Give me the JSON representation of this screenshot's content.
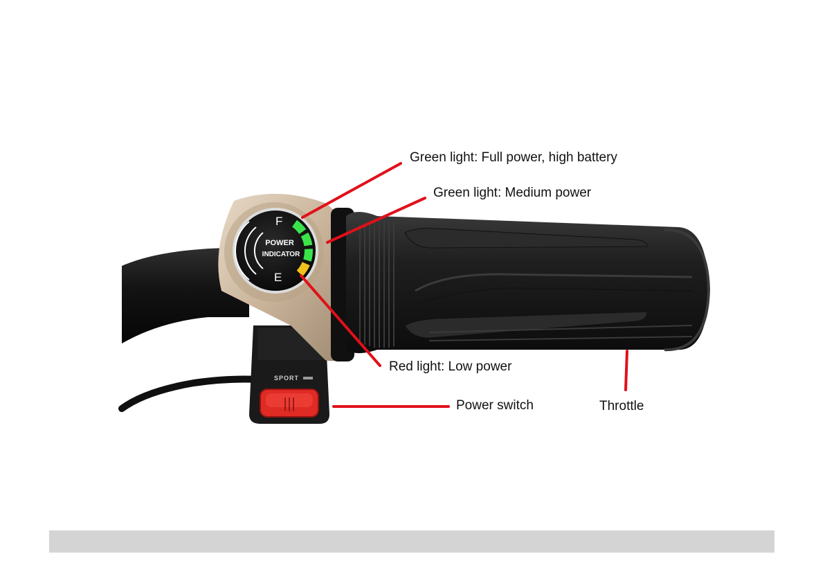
{
  "callouts": {
    "full_power": "Green light: Full power, high battery",
    "medium_power": "Green light: Medium power",
    "low_power": "Red light: Low power",
    "power_switch": "Power switch",
    "throttle": "Throttle"
  },
  "indicator": {
    "line1": "POWER",
    "line2": "INDICATOR",
    "full_mark": "F",
    "empty_mark": "E",
    "leds": [
      {
        "state": "green",
        "color": "#3be34a"
      },
      {
        "state": "green",
        "color": "#3be34a"
      },
      {
        "state": "green",
        "color": "#3be34a"
      },
      {
        "state": "yellow",
        "color": "#f2c21b"
      }
    ]
  },
  "switch": {
    "label": "SPORT"
  },
  "colors": {
    "leader_line": "#e0101a",
    "button_red": "#e02a24",
    "bezel": "#c9b49a",
    "grip": "#262626"
  }
}
